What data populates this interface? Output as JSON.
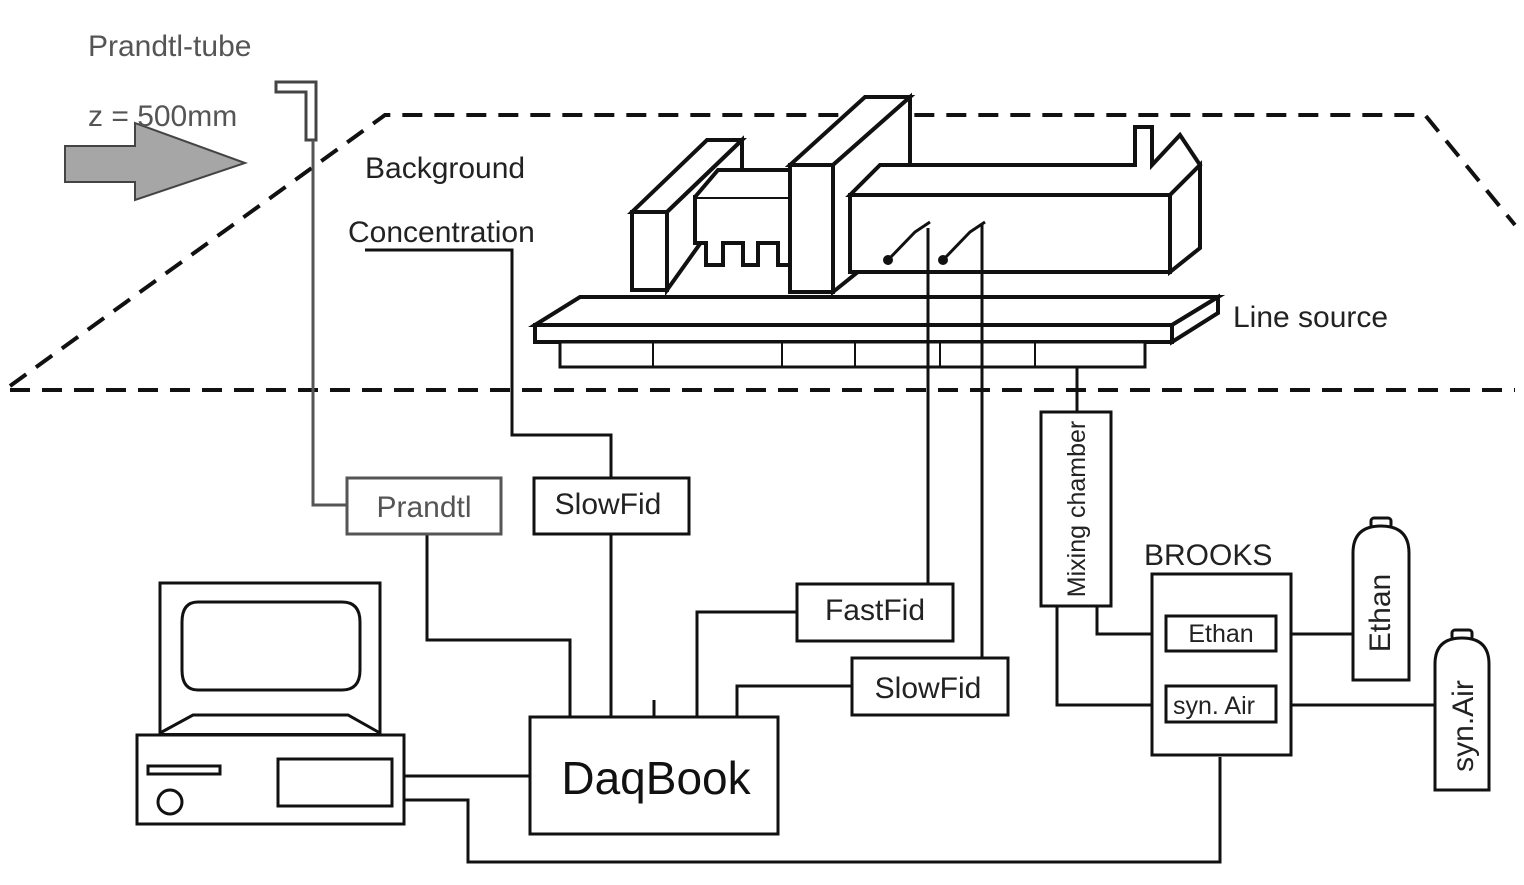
{
  "labels": {
    "prandtl_tube": "Prandtl-tube",
    "height": "z = 500mm",
    "background_line1": "Background",
    "background_line2": "Concentration",
    "line_source": "Line source",
    "mixing_chamber": "Mixing chamber",
    "brooks": "BROOKS"
  },
  "boxes": {
    "prandtl": "Prandtl",
    "slowfid_bg": "SlowFid",
    "fastfid": "FastFid",
    "slowfid": "SlowFid",
    "daqbook": "DaqBook",
    "ethan_valve": "Ethan",
    "synair_valve": "syn. Air"
  },
  "bottles": {
    "ethan": "Ethan",
    "synair": "syn.Air"
  }
}
